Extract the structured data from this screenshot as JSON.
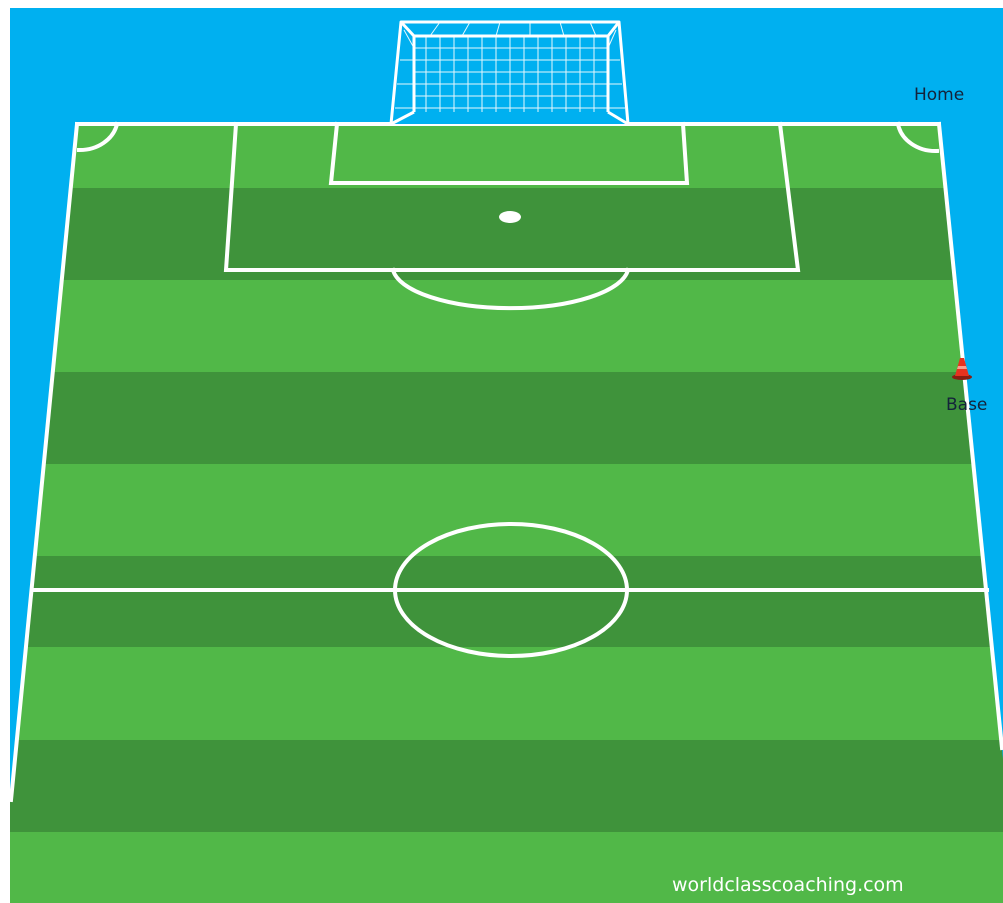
{
  "labels": {
    "home": "Home",
    "base": "Base",
    "watermark": "worldclasscoaching.com"
  },
  "colors": {
    "sky": "#00b0f0",
    "grass_light": "#51b848",
    "grass_dark": "#3f933b",
    "lines": "#ffffff",
    "cone": "#e8321f",
    "label_text": "#14233a"
  },
  "icons": {
    "cone": "traffic-cone-icon",
    "goal": "goal-net-icon"
  }
}
